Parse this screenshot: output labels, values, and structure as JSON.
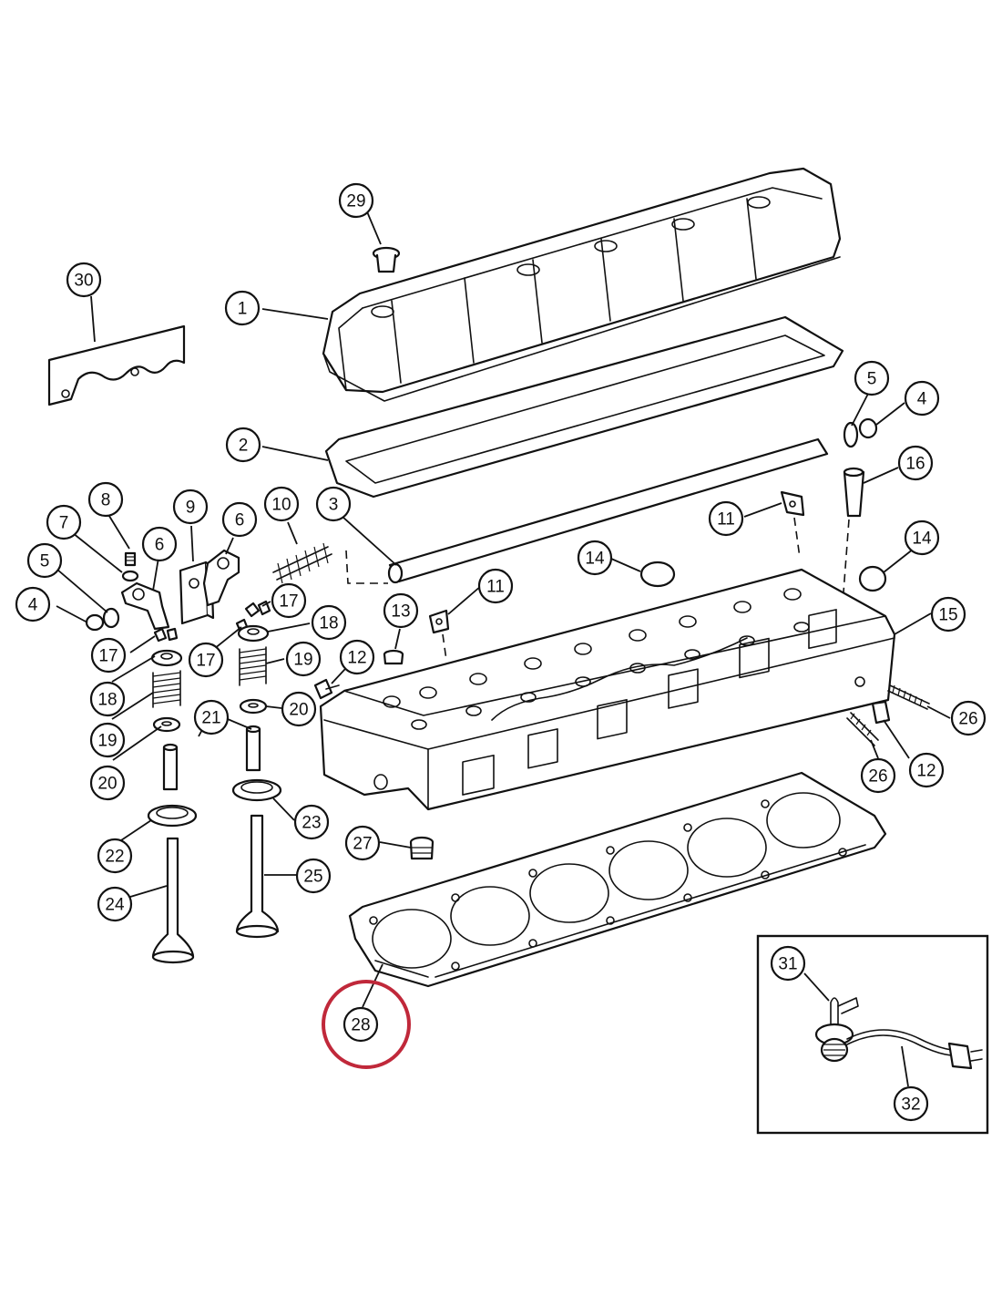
{
  "diagram": {
    "callouts": [
      {
        "id": "c29",
        "label": "29"
      },
      {
        "id": "c30",
        "label": "30"
      },
      {
        "id": "c1",
        "label": "1"
      },
      {
        "id": "c5a",
        "label": "5"
      },
      {
        "id": "c4a",
        "label": "4"
      },
      {
        "id": "c2",
        "label": "2"
      },
      {
        "id": "c16",
        "label": "16"
      },
      {
        "id": "c9",
        "label": "9"
      },
      {
        "id": "c8",
        "label": "8"
      },
      {
        "id": "c10",
        "label": "10"
      },
      {
        "id": "c3",
        "label": "3"
      },
      {
        "id": "c7",
        "label": "7"
      },
      {
        "id": "c6a",
        "label": "6"
      },
      {
        "id": "c6b",
        "label": "6"
      },
      {
        "id": "c11a",
        "label": "11"
      },
      {
        "id": "c5b",
        "label": "5"
      },
      {
        "id": "c14a",
        "label": "14"
      },
      {
        "id": "c14b",
        "label": "14"
      },
      {
        "id": "c11b",
        "label": "11"
      },
      {
        "id": "c4b",
        "label": "4"
      },
      {
        "id": "c17a",
        "label": "17"
      },
      {
        "id": "c15",
        "label": "15"
      },
      {
        "id": "c13",
        "label": "13"
      },
      {
        "id": "c18a",
        "label": "18"
      },
      {
        "id": "c17b",
        "label": "17"
      },
      {
        "id": "c17c",
        "label": "17"
      },
      {
        "id": "c12a",
        "label": "12"
      },
      {
        "id": "c19a",
        "label": "19"
      },
      {
        "id": "c18b",
        "label": "18"
      },
      {
        "id": "c20a",
        "label": "20"
      },
      {
        "id": "c26a",
        "label": "26"
      },
      {
        "id": "c21",
        "label": "21"
      },
      {
        "id": "c19b",
        "label": "19"
      },
      {
        "id": "c12b",
        "label": "12"
      },
      {
        "id": "c26b",
        "label": "26"
      },
      {
        "id": "c20b",
        "label": "20"
      },
      {
        "id": "c23",
        "label": "23"
      },
      {
        "id": "c27",
        "label": "27"
      },
      {
        "id": "c22",
        "label": "22"
      },
      {
        "id": "c25",
        "label": "25"
      },
      {
        "id": "c24",
        "label": "24"
      },
      {
        "id": "c31",
        "label": "31"
      },
      {
        "id": "c28",
        "label": "28"
      },
      {
        "id": "c32",
        "label": "32"
      }
    ],
    "highlighted": "28",
    "highlight_color": "#c0283a"
  }
}
